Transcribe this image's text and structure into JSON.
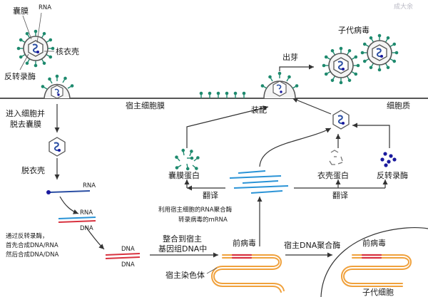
{
  "watermark": "成大余",
  "labels": {
    "envelope": "囊膜",
    "rna_top": "RNA",
    "capsid": "核衣壳",
    "rt": "反转录酶",
    "host_membrane": "宿主细胞膜",
    "enter_1": "进入细胞并",
    "enter_2": "脱去囊膜",
    "uncoat": "脱衣壳",
    "rna_strand": "RNA",
    "hybrid_rna": "RNA",
    "hybrid_dna": "DNA",
    "rt_step_1": "通过反转录酶，",
    "rt_step_2": "首先合成DNA/RNA",
    "rt_step_3": "然后合成DNA/DNA",
    "dsdna_1": "DNA",
    "dsdna_2": "DNA",
    "integrate_1": "整合到宿主",
    "integrate_2": "基因组DNA中",
    "provirus_1": "前病毒",
    "host_chrom": "宿主染色体",
    "pol_1": "利用宿主细胞的RNA聚合酶",
    "pol_2": "转录病毒的mRNA",
    "translate_left": "翻译",
    "translate_right": "翻译",
    "env_protein": "囊膜蛋白",
    "capsid_protein": "衣壳蛋白",
    "rt_enzyme": "反转录酶",
    "assembly": "装配",
    "budding": "出芽",
    "progeny": "子代病毒",
    "cytoplasm": "细胞质",
    "host_dna_pol": "宿主DNA聚合酶",
    "provirus_2": "前病毒",
    "daughter_cell": "子代细胞"
  },
  "colors": {
    "membrane": "#1f1f1f",
    "spike": "#1e8a6e",
    "rna": "#2a4ea3",
    "dna_blue": "#2f7fc9",
    "mrna": "#2a93d6",
    "hybrid_red": "#d8323f",
    "chromosome": "#f0a13c",
    "enzyme_dot": "#1a1a9e",
    "arrow": "#333333"
  }
}
